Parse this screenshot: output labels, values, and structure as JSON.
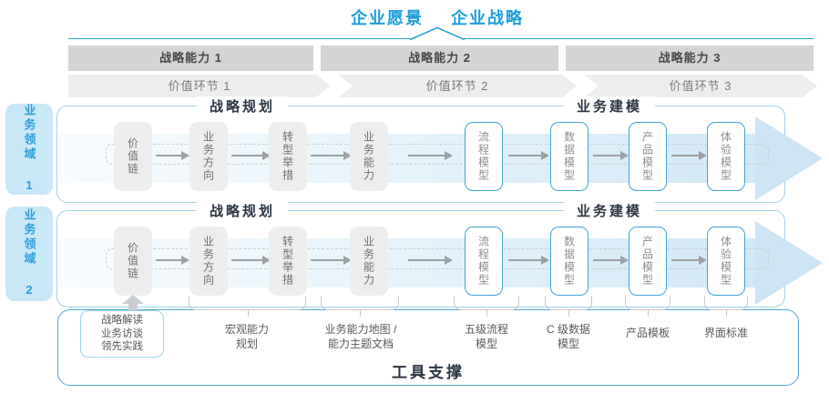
{
  "header": {
    "vision": "企业愿景",
    "strategy": "企业战略",
    "capabilities": [
      "战略能力 1",
      "战略能力 2",
      "战略能力 3"
    ],
    "value_links": [
      "价值环节 1",
      "价值环节 2",
      "价值环节 3"
    ]
  },
  "domains": [
    "业务领域 1",
    "业务领域 2"
  ],
  "rows": [
    {
      "planning": "战略规划",
      "modeling": "业务建模",
      "boxes": [
        "价值链",
        "业务方向",
        "转型举措",
        "业务能力",
        "流程模型",
        "数据模型",
        "产品模型",
        "体验模型"
      ]
    },
    {
      "planning": "战略规划",
      "modeling": "业务建模",
      "boxes": [
        "价值链",
        "业务方向",
        "转型举措",
        "业务能力",
        "流程模型",
        "数据模型",
        "产品模型",
        "体验模型"
      ]
    }
  ],
  "annotations": {
    "practice_box": "战略解读\n业务访谈\n领先实践",
    "items": [
      "宏观能力\n规划",
      "业务能力地图 /\n能力主题文档",
      "五级流程\n模型",
      "C 级数据\n模型",
      "产品模板",
      "界面标准"
    ]
  },
  "footer": {
    "tool_support": "工具支撑"
  },
  "colors": {
    "accent_blue": "#1c9ed8",
    "light_blue_border": "#9fd2ec",
    "node_blue_border": "#3fa4d9",
    "bar_gray": "#d3d4d4",
    "chevron_gray": "#ededed",
    "arrow_band": "#cde5f4"
  }
}
